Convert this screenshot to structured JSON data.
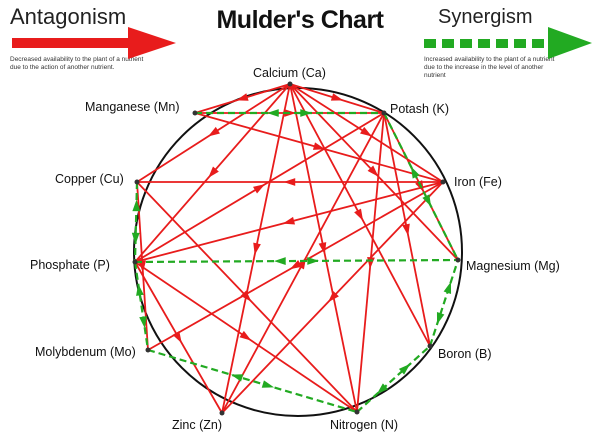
{
  "title": "Mulder's Chart",
  "legend": {
    "antagonism": {
      "label": "Antagonism",
      "description": "Decreased availability to the plant of a nutrient due to the action of another nutrient.",
      "color": "#e81c1c",
      "icon": "red-arrow-icon"
    },
    "synergism": {
      "label": "Synergism",
      "description": "Increased availability to the plant of a nutrient due to the increase in the level of another nutrient",
      "color": "#22aa22",
      "icon": "green-dashed-arrow-icon"
    }
  },
  "nutrients": [
    {
      "id": "ca",
      "label": "Calcium (Ca)"
    },
    {
      "id": "k",
      "label": "Potash (K)"
    },
    {
      "id": "fe",
      "label": "Iron (Fe)"
    },
    {
      "id": "mg",
      "label": "Magnesium (Mg)"
    },
    {
      "id": "b",
      "label": "Boron (B)"
    },
    {
      "id": "n",
      "label": "Nitrogen (N)"
    },
    {
      "id": "zn",
      "label": "Zinc (Zn)"
    },
    {
      "id": "mo",
      "label": "Molybdenum (Mo)"
    },
    {
      "id": "p",
      "label": "Phosphate (P)"
    },
    {
      "id": "cu",
      "label": "Copper (Cu)"
    },
    {
      "id": "mn",
      "label": "Manganese (Mn)"
    }
  ],
  "antagonism_links": [
    [
      "ca",
      "mn"
    ],
    [
      "ca",
      "k"
    ],
    [
      "ca",
      "cu"
    ],
    [
      "ca",
      "p"
    ],
    [
      "ca",
      "b"
    ],
    [
      "ca",
      "n"
    ],
    [
      "ca",
      "zn"
    ],
    [
      "ca",
      "mg"
    ],
    [
      "ca",
      "fe"
    ],
    [
      "mn",
      "fe"
    ],
    [
      "mn",
      "k"
    ],
    [
      "k",
      "b"
    ],
    [
      "k",
      "n"
    ],
    [
      "k",
      "mg"
    ],
    [
      "fe",
      "cu"
    ],
    [
      "fe",
      "p"
    ],
    [
      "fe",
      "zn"
    ],
    [
      "fe",
      "mo"
    ],
    [
      "cu",
      "n"
    ],
    [
      "cu",
      "mo"
    ],
    [
      "p",
      "k"
    ],
    [
      "p",
      "zn"
    ],
    [
      "p",
      "n"
    ],
    [
      "zn",
      "k"
    ]
  ],
  "synergism_links": [
    [
      "mn",
      "k"
    ],
    [
      "k",
      "mg"
    ],
    [
      "cu",
      "p"
    ],
    [
      "p",
      "mg"
    ],
    [
      "p",
      "mo"
    ],
    [
      "mo",
      "n"
    ],
    [
      "n",
      "b"
    ],
    [
      "b",
      "mg"
    ]
  ]
}
